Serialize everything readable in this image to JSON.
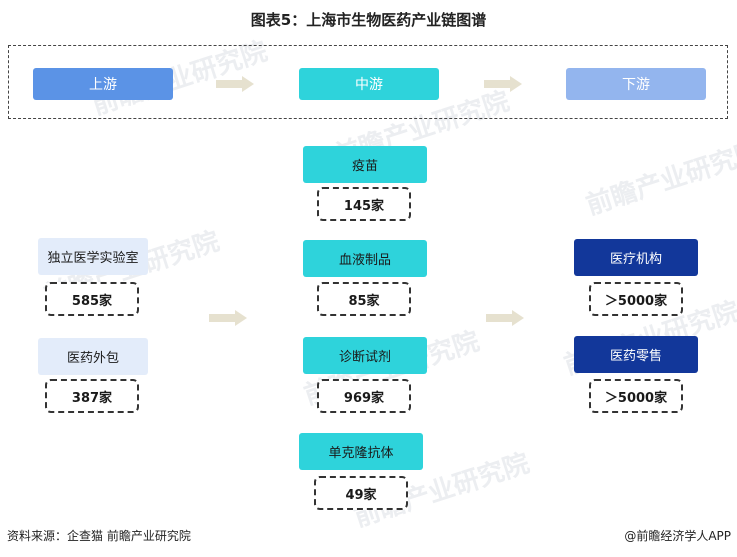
{
  "title": "图表5：上海市生物医药产业链图谱",
  "stages": {
    "upstream": "上游",
    "midstream": "中游",
    "downstream": "下游"
  },
  "upstream": [
    {
      "label": "独立医学实验室",
      "count": "585家"
    },
    {
      "label": "医药外包",
      "count": "387家"
    }
  ],
  "midstream": [
    {
      "label": "疫苗",
      "count": "145家"
    },
    {
      "label": "血液制品",
      "count": "85家"
    },
    {
      "label": "诊断试剂",
      "count": "969家"
    },
    {
      "label": "单克隆抗体",
      "count": "49家"
    }
  ],
  "downstream": [
    {
      "label": "医疗机构",
      "count": "＞5000家"
    },
    {
      "label": "医药零售",
      "count": "＞5000家"
    }
  ],
  "watermark": "前瞻产业研究院",
  "footer": {
    "source": "资料来源：企查猫 前瞻产业研究院",
    "credit": "@前瞻经济学人APP"
  },
  "colors": {
    "upstream_stage": "#5b93e6",
    "midstream_stage": "#2ed3db",
    "downstream_stage": "#93b5ee",
    "midstream_node": "#2ed3db",
    "upstream_node": "#e3ecfa",
    "downstream_node": "#12379a",
    "arrow": "#e6e1cf"
  }
}
